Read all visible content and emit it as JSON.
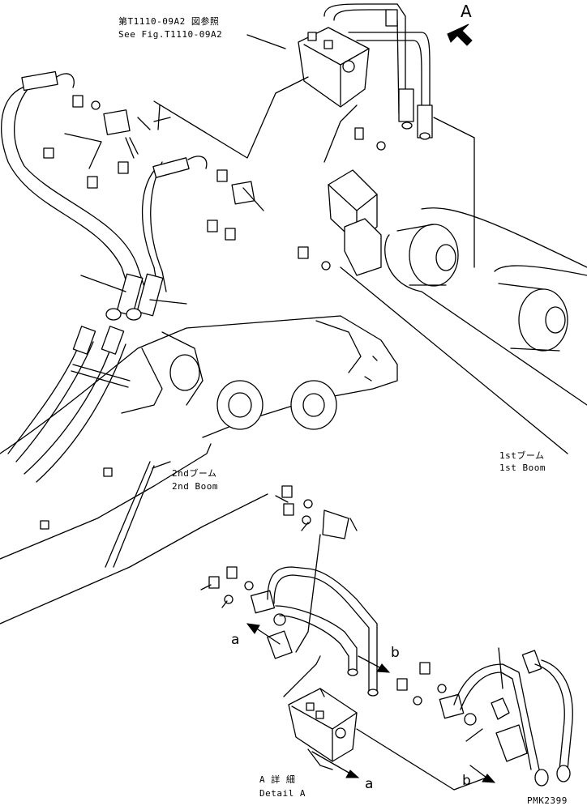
{
  "labels": {
    "ref_jp": "第T1110-09A2 図参照",
    "ref_en": "See Fig.T1110-09A2",
    "view_a": "A",
    "boom1_jp": "1stブーム",
    "boom1_en": "1st Boom",
    "boom2_jp": "2ndブーム",
    "boom2_en": "2nd Boom",
    "detail_jp": "A 詳 細",
    "detail_en": "Detail A",
    "arrow_a": "a",
    "arrow_b": "b",
    "drawing_code": "PMK2399"
  },
  "colors": {
    "line": "#000000",
    "background": "#ffffff"
  }
}
